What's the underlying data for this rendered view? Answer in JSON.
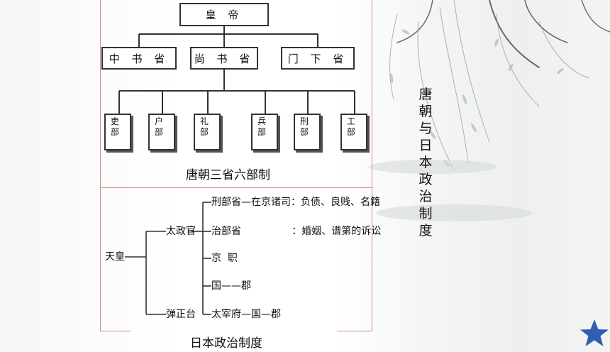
{
  "tang": {
    "emperor": "皇  帝",
    "provinces": [
      "中 书 省",
      "尚 书 省",
      "门 下 省"
    ],
    "ministries": [
      {
        "top": "吏",
        "bottom": "部"
      },
      {
        "top": "户",
        "bottom": "部"
      },
      {
        "top": "礼",
        "bottom": "部"
      },
      {
        "top": "兵",
        "bottom": "部"
      },
      {
        "top": "刑",
        "bottom": "部"
      },
      {
        "top": "工",
        "bottom": "部"
      }
    ],
    "caption": "唐朝三省六部制"
  },
  "japan": {
    "root": "天皇",
    "mid1": "太政官",
    "mid2": "弹正台",
    "branches": [
      "刑部省—在京诸司：负债、良贱、名籍",
      "治部省                ：婚姻、谱第的诉讼",
      "京  职",
      "国——郡",
      "太宰府—国—郡"
    ],
    "caption": "日本政治制度"
  },
  "side_title": "唐朝与日本政治制度",
  "colors": {
    "frame": "#d98b8b",
    "star": "#2e5fb0",
    "ink": "#333333"
  }
}
